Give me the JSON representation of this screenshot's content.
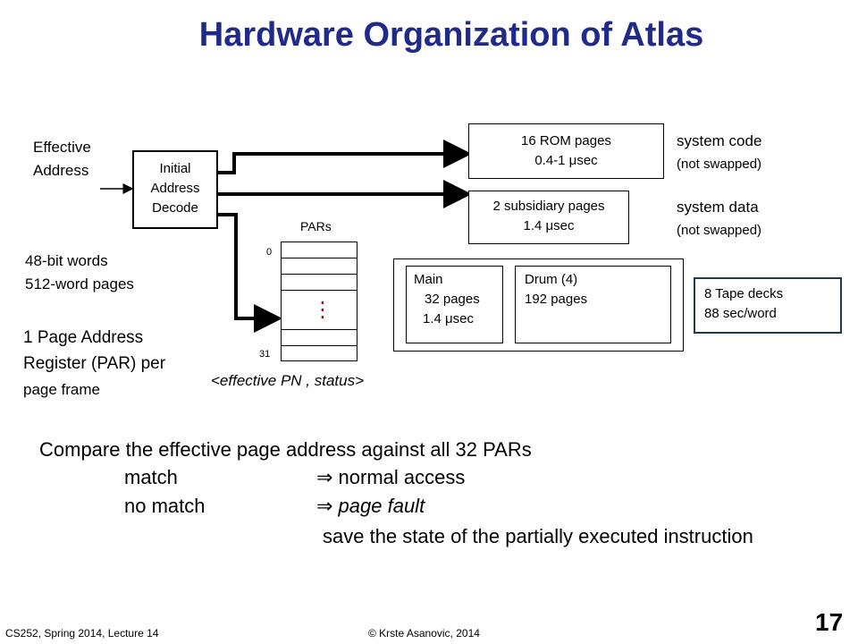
{
  "title": "Hardware Organization of Atlas",
  "effective_address": [
    "Effective",
    "Address"
  ],
  "iad": [
    "Initial",
    "Address",
    "Decode"
  ],
  "rom": {
    "line1": "16 ROM pages",
    "line2": "0.4-1 μsec"
  },
  "subsidiary": {
    "line1": "2 subsidiary pages",
    "line2": "1.4 μsec"
  },
  "system_code": {
    "line1": "system code",
    "line2": "(not swapped)"
  },
  "system_data": {
    "line1": "system data",
    "line2": "(not swapped)"
  },
  "pars": {
    "label": "PARs",
    "index_top": "0",
    "index_bottom": "31",
    "dots": "⋮",
    "caption": "<effective PN , status>"
  },
  "main": {
    "line1": "Main",
    "line2": "32 pages",
    "line3": "1.4 μsec"
  },
  "drum": {
    "line1": "Drum (4)",
    "line2": "192 pages"
  },
  "tape": {
    "line1": "8 Tape decks",
    "line2": "88 sec/word"
  },
  "notes": {
    "words": "48-bit words",
    "pages": "512-word pages",
    "par1": "1 Page Address",
    "par2": "Register (PAR) per",
    "par3": "page frame"
  },
  "compare": {
    "line1": "Compare the effective page address against all 32 PARs",
    "match": "match",
    "match_result": "⇒  normal access",
    "nomatch": "no match",
    "nomatch_result": "⇒  page fault",
    "save": "save the state of the partially executed instruction"
  },
  "footer": {
    "course": "CS252, Spring 2014, Lecture 14",
    "copyright": "© Krste Asanovic, 2014",
    "page_number": "17"
  },
  "colors": {
    "title": "#1f2a8a",
    "tape_border": "#1f3a4a"
  }
}
